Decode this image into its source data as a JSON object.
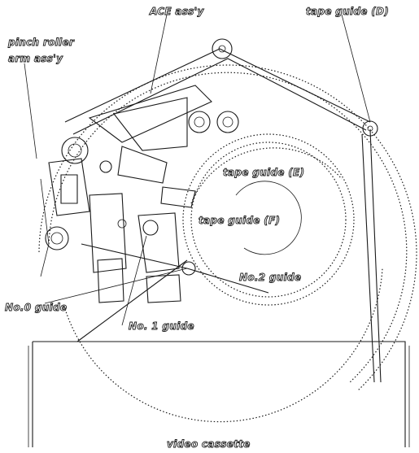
{
  "labels": {
    "ace_assy": "ACE ass'y",
    "tape_guide_d": "tape guide (D)",
    "pinch_roller_arm_assy_line1": "pinch roller",
    "pinch_roller_arm_assy_line2": "arm ass'y",
    "tape_guide_e": "tape guide (E)",
    "tape_guide_f": "tape guide (F)",
    "no2_guide": "No.2 guide",
    "no0_guide": "No.0 guide",
    "no1_guide": "No. 1 guide",
    "video_cassette": "video cassette"
  }
}
